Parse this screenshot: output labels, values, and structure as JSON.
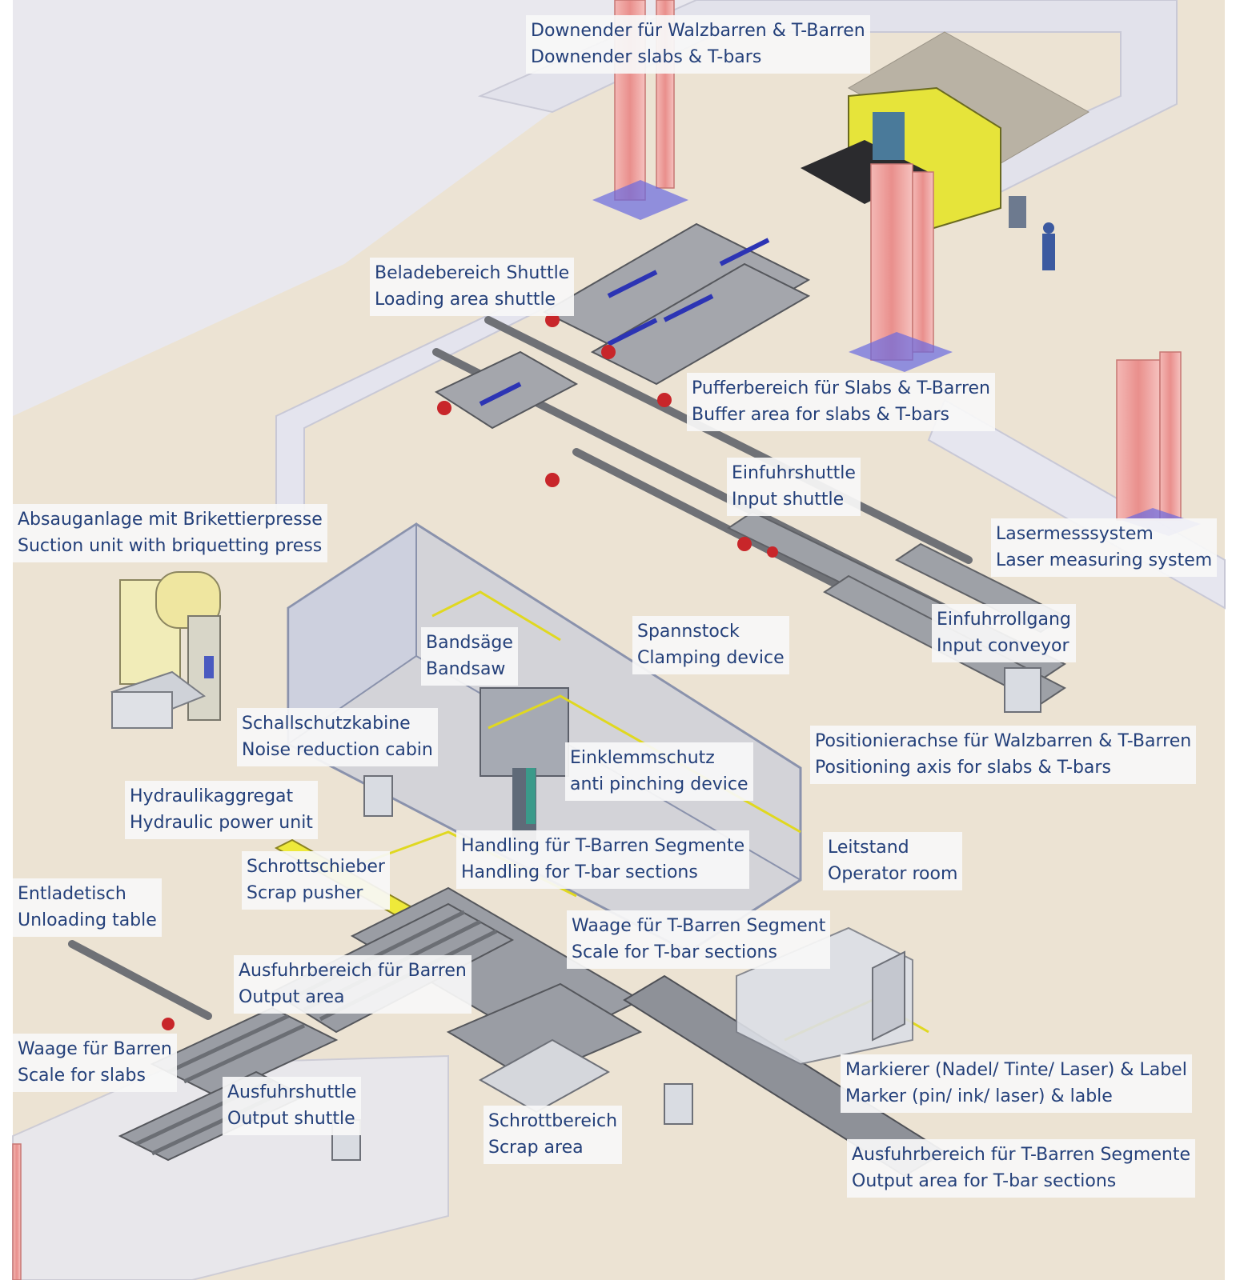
{
  "colors": {
    "floor": "#ece3d3",
    "wall": "#e4e4ec",
    "steel_frame": "#8e9096",
    "column": "#f1a7a4",
    "yellow_machine": "#e6e43a",
    "drive_red": "#c8262a",
    "blue_arm": "#2c34b4",
    "label_text": "#24407a",
    "label_bg": "#f8f8f8"
  },
  "labels": {
    "downender": {
      "de": "Downender für Walzbarren & T-Barren",
      "en": "Downender slabs & T-bars"
    },
    "loading_shuttle": {
      "de": "Beladebereich Shuttle",
      "en": "Loading area shuttle"
    },
    "buffer_area": {
      "de": "Pufferbereich für  Slabs & T-Barren",
      "en": "Buffer area for slabs & T-bars"
    },
    "input_shuttle": {
      "de": "Einfuhrshuttle",
      "en": "Input shuttle"
    },
    "suction_unit": {
      "de": "Absauganlage mit Brikettierpresse",
      "en": "Suction unit with briquetting press"
    },
    "laser_measuring": {
      "de": "Lasermesssystem",
      "en": "Laser measuring system"
    },
    "input_conveyor": {
      "de": "Einfuhrrollgang",
      "en": "Input conveyor"
    },
    "bandsaw": {
      "de": "Bandsäge",
      "en": "Bandsaw"
    },
    "clamping_device": {
      "de": "Spannstock",
      "en": "Clamping device"
    },
    "noise_cabin": {
      "de": "Schallschutzkabine",
      "en": "Noise reduction cabin"
    },
    "positioning_axis": {
      "de": "Positionierachse für Walzbarren & T-Barren",
      "en": "Positioning axis for slabs & T-bars"
    },
    "anti_pinching": {
      "de": "Einklemmschutz",
      "en": "anti pinching device"
    },
    "hydraulic_unit": {
      "de": "Hydraulikaggregat",
      "en": "Hydraulic power unit"
    },
    "t_bar_handling": {
      "de": "Handling für T-Barren Segmente",
      "en": "Handling for T-bar sections"
    },
    "operator_room": {
      "de": "Leitstand",
      "en": "Operator room"
    },
    "scrap_pusher": {
      "de": "Schrottschieber",
      "en": "Scrap pusher"
    },
    "unloading_table": {
      "de": "Entladetisch",
      "en": "Unloading table"
    },
    "t_bar_scale": {
      "de": "Waage für T-Barren Segment",
      "en": "Scale for T-bar sections"
    },
    "output_area": {
      "de": "Ausfuhrbereich für Barren",
      "en": "Output area"
    },
    "slab_scale": {
      "de": "Waage für Barren",
      "en": "Scale for slabs"
    },
    "marker": {
      "de": "Markierer (Nadel/ Tinte/ Laser) & Label",
      "en": "Marker (pin/ ink/ laser) & lable"
    },
    "output_shuttle": {
      "de": "Ausfuhrshuttle",
      "en": "Output shuttle"
    },
    "scrap_area": {
      "de": "Schrottbereich",
      "en": "Scrap area"
    },
    "t_bar_output": {
      "de": "Ausfuhrbereich für T-Barren Segmente",
      "en": "Output area for T-bar sections"
    }
  }
}
